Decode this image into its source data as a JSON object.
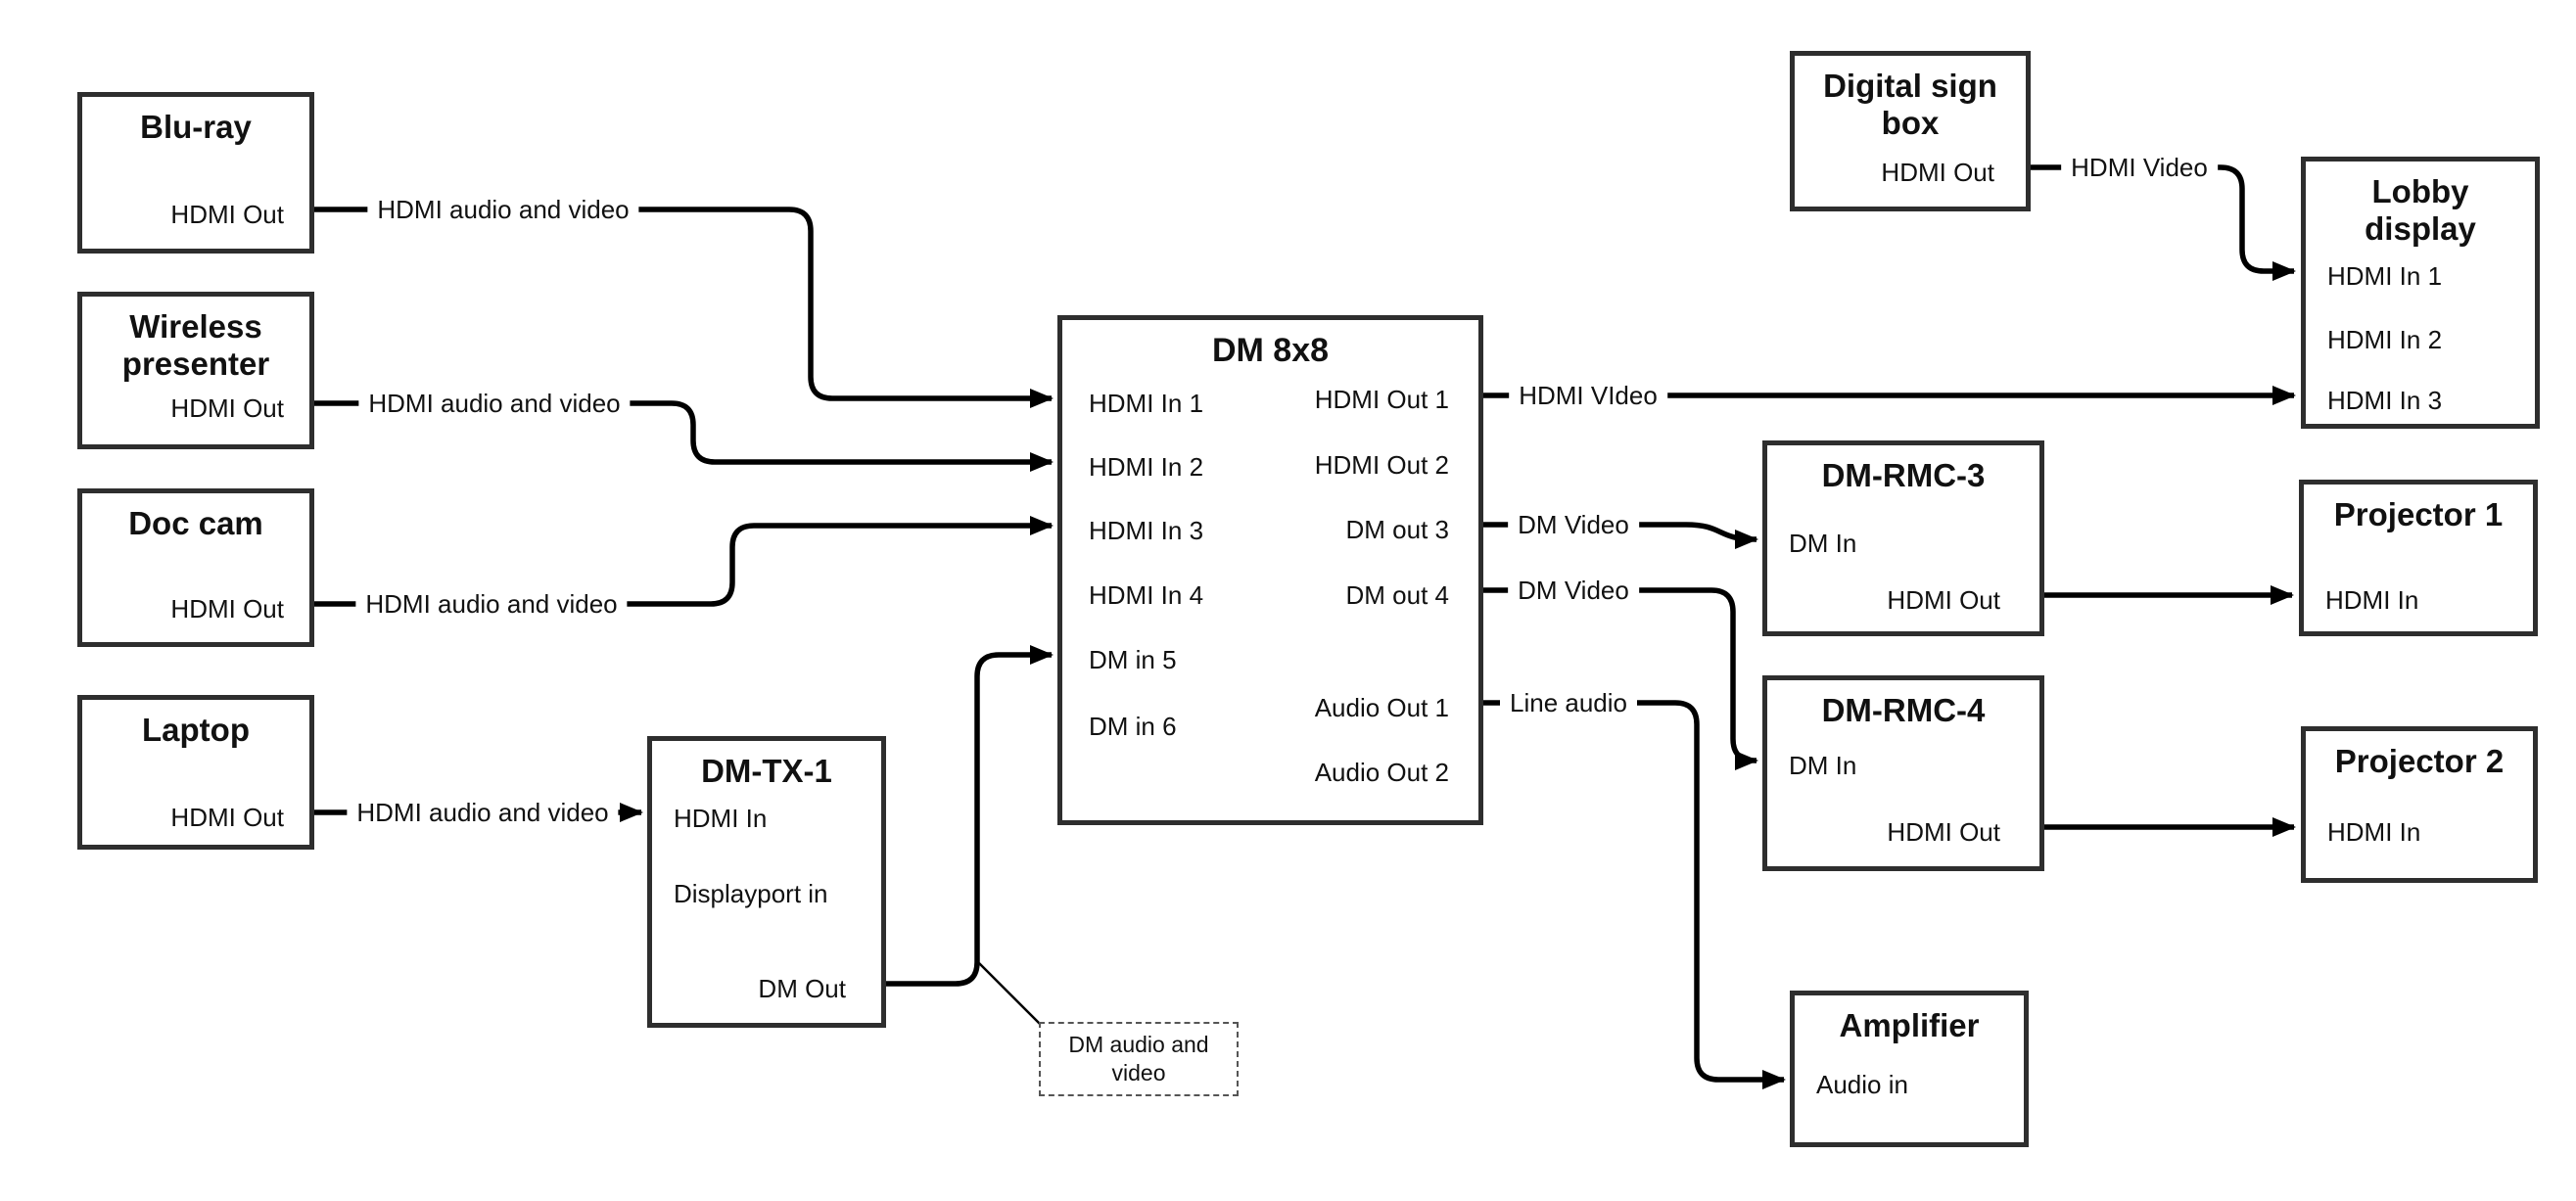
{
  "canvas": {
    "background_color": "#ffffff",
    "box_border_color": "#2e2e2e",
    "line_color": "#000000",
    "text_color": "#111111"
  },
  "nodes": [
    {
      "id": "bluray",
      "title": "Blu-ray",
      "ports": [
        {
          "label": "HDMI Out"
        }
      ]
    },
    {
      "id": "wireless",
      "title": "Wireless presenter",
      "ports": [
        {
          "label": "HDMI Out"
        }
      ]
    },
    {
      "id": "doccam",
      "title": "Doc cam",
      "ports": [
        {
          "label": "HDMI Out"
        }
      ]
    },
    {
      "id": "laptop",
      "title": "Laptop",
      "ports": [
        {
          "label": "HDMI Out"
        }
      ]
    },
    {
      "id": "dmtx1",
      "title": "DM-TX-1",
      "ports": [
        {
          "label": "HDMI In"
        },
        {
          "label": "Displayport in"
        },
        {
          "label": "DM Out"
        }
      ]
    },
    {
      "id": "dm8x8",
      "title": "DM 8x8",
      "ports": [
        {
          "label": "HDMI In 1"
        },
        {
          "label": "HDMI In 2"
        },
        {
          "label": "HDMI In 3"
        },
        {
          "label": "HDMI In 4"
        },
        {
          "label": "DM in 5"
        },
        {
          "label": "DM in 6"
        },
        {
          "label": "HDMI Out 1"
        },
        {
          "label": "HDMI Out 2"
        },
        {
          "label": "DM out 3"
        },
        {
          "label": "DM out 4"
        },
        {
          "label": "Audio Out 1"
        },
        {
          "label": "Audio Out 2"
        }
      ]
    },
    {
      "id": "digitalsign",
      "title": "Digital sign box",
      "ports": [
        {
          "label": "HDMI Out"
        }
      ]
    },
    {
      "id": "lobby",
      "title": "Lobby display",
      "ports": [
        {
          "label": "HDMI In 1"
        },
        {
          "label": "HDMI In 2"
        },
        {
          "label": "HDMI In 3"
        }
      ]
    },
    {
      "id": "dmrmc3",
      "title": "DM-RMC-3",
      "ports": [
        {
          "label": "DM In"
        },
        {
          "label": "HDMI Out"
        }
      ]
    },
    {
      "id": "projector1",
      "title": "Projector 1",
      "ports": [
        {
          "label": "HDMI In"
        }
      ]
    },
    {
      "id": "dmrmc4",
      "title": "DM-RMC-4",
      "ports": [
        {
          "label": "DM In"
        },
        {
          "label": "HDMI Out"
        }
      ]
    },
    {
      "id": "projector2",
      "title": "Projector 2",
      "ports": [
        {
          "label": "HDMI In"
        }
      ]
    },
    {
      "id": "amplifier",
      "title": "Amplifier",
      "ports": [
        {
          "label": "Audio in"
        }
      ]
    }
  ],
  "edges": [
    {
      "from": "Blu-ray HDMI Out",
      "to": "DM 8x8 HDMI In 1",
      "label": "HDMI audio and video"
    },
    {
      "from": "Wireless presenter HDMI Out",
      "to": "DM 8x8 HDMI In 2",
      "label": "HDMI audio and video"
    },
    {
      "from": "Doc cam HDMI Out",
      "to": "DM 8x8 HDMI In 3",
      "label": "HDMI audio and video"
    },
    {
      "from": "Laptop HDMI Out",
      "to": "DM-TX-1 HDMI In",
      "label": "HDMI audio and video"
    },
    {
      "from": "DM-TX-1 DM Out",
      "to": "DM 8x8 DM in 5",
      "label": ""
    },
    {
      "from": "DM 8x8 HDMI Out 1",
      "to": "Lobby display HDMI In 3",
      "label": "HDMI VIdeo"
    },
    {
      "from": "DM 8x8 DM out 3",
      "to": "DM-RMC-3 DM In",
      "label": "DM Video"
    },
    {
      "from": "DM 8x8 DM out 4",
      "to": "DM-RMC-4 DM In",
      "label": "DM Video"
    },
    {
      "from": "DM 8x8 Audio Out 1",
      "to": "Amplifier Audio in",
      "label": "Line audio"
    },
    {
      "from": "Digital sign box HDMI Out",
      "to": "Lobby display HDMI In 1",
      "label": "HDMI Video"
    },
    {
      "from": "DM-RMC-3 HDMI Out",
      "to": "Projector 1 HDMI In",
      "label": ""
    },
    {
      "from": "DM-RMC-4 HDMI Out",
      "to": "Projector 2 HDMI In",
      "label": ""
    }
  ],
  "note": {
    "text": "DM audio and video"
  }
}
